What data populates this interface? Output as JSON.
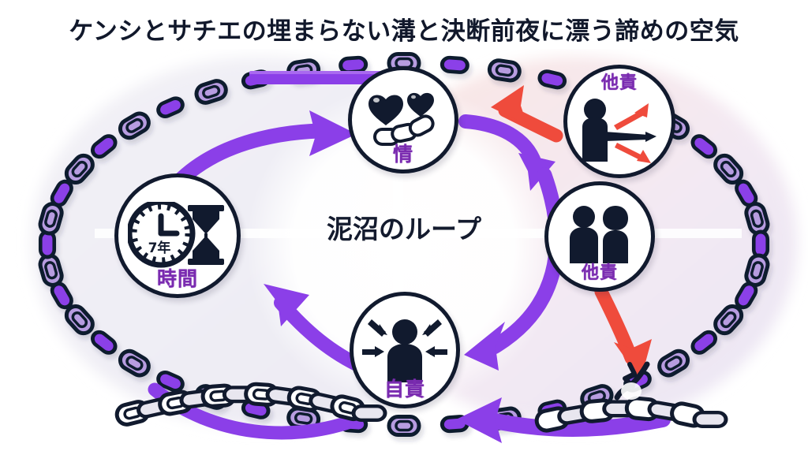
{
  "title": "ケンシとサチエの埋まらない溝と決断前夜に漂う諦めの空気",
  "center": {
    "label": "泥沼のループ"
  },
  "colors": {
    "purple": "#8B3FE8",
    "purple_light": "#B79CE0",
    "purple_dark": "#7A2BB0",
    "red": "#EF4B3C",
    "ink": "#111A2E",
    "white": "#FFFFFF",
    "bg": "#FFFFFF"
  },
  "nodes": [
    {
      "id": "jou",
      "label": "情",
      "meaning": "emotion",
      "icons": [
        "heart-icon",
        "heart-icon",
        "chain-link-icon"
      ],
      "position": "top-center"
    },
    {
      "id": "tazeki-point",
      "label": "他責",
      "meaning": "blaming-others",
      "icons": [
        "person-pointing-icon",
        "red-arrow-up-icon",
        "red-arrow-down-icon"
      ],
      "position": "top-right"
    },
    {
      "id": "tazeki-couple",
      "label": "他責",
      "meaning": "blaming-others",
      "icons": [
        "couple-icon"
      ],
      "position": "middle-right"
    },
    {
      "id": "jiseki",
      "label": "自責",
      "meaning": "self-blame",
      "icons": [
        "person-icon",
        "inward-arrow-icon"
      ],
      "position": "bottom-center"
    },
    {
      "id": "jikan",
      "label": "時間",
      "meaning": "time",
      "icons": [
        "clock-icon",
        "hourglass-icon"
      ],
      "badge": "7年",
      "position": "left"
    }
  ],
  "arrows": [
    {
      "id": "jiseki-to-jikan",
      "color": "#8B3FE8",
      "from": "自責",
      "to": "時間"
    },
    {
      "id": "jikan-to-jou",
      "color": "#8B3FE8",
      "from": "時間",
      "to": "情"
    },
    {
      "id": "jou-to-tazeki",
      "color": "#8B3FE8",
      "from": "情",
      "to": "他責"
    },
    {
      "id": "tazeki-to-jiseki",
      "color": "#8B3FE8",
      "from": "他責",
      "to": "自責"
    },
    {
      "id": "broken-chain-to-jiseki",
      "color": "#8B3FE8",
      "from": "鎖",
      "to": "自責"
    },
    {
      "id": "red-up-arrow",
      "color": "#EF4B3C",
      "from": "他責",
      "to": "情"
    },
    {
      "id": "red-down-arrow",
      "color": "#EF4B3C",
      "from": "他責",
      "to": "鎖"
    }
  ],
  "decor": {
    "chain_ring": "chain-ring-icon",
    "broken_chain": "broken-chain-icon",
    "silver_chain": "silver-chain-icon",
    "top_bar": "purple-bar"
  }
}
